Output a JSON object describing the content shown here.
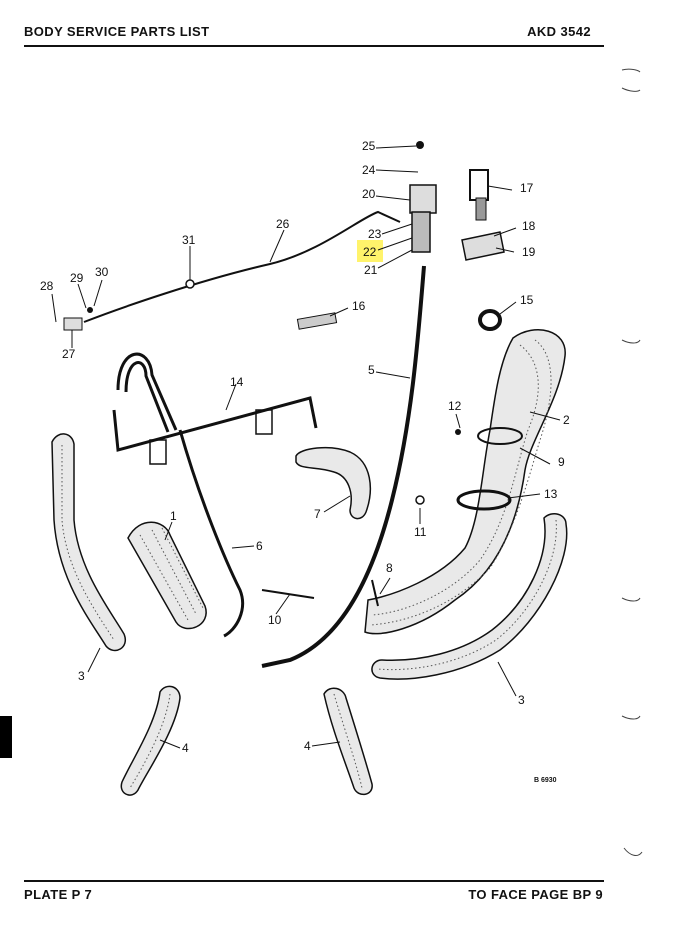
{
  "header": {
    "title": "BODY SERVICE PARTS LIST",
    "doc_number": "AKD 3542"
  },
  "footer": {
    "plate": "PLATE P 7",
    "face_page": "TO FACE PAGE BP 9"
  },
  "diagram": {
    "reference_code": "B 6930",
    "highlight_color": "#fff36b",
    "callouts": [
      "1",
      "2",
      "3",
      "3",
      "4",
      "4",
      "5",
      "6",
      "7",
      "8",
      "9",
      "10",
      "11",
      "12",
      "13",
      "14",
      "15",
      "16",
      "17",
      "18",
      "19",
      "20",
      "21",
      "22",
      "23",
      "24",
      "25",
      "26",
      "27",
      "28",
      "29",
      "30",
      "31"
    ]
  }
}
